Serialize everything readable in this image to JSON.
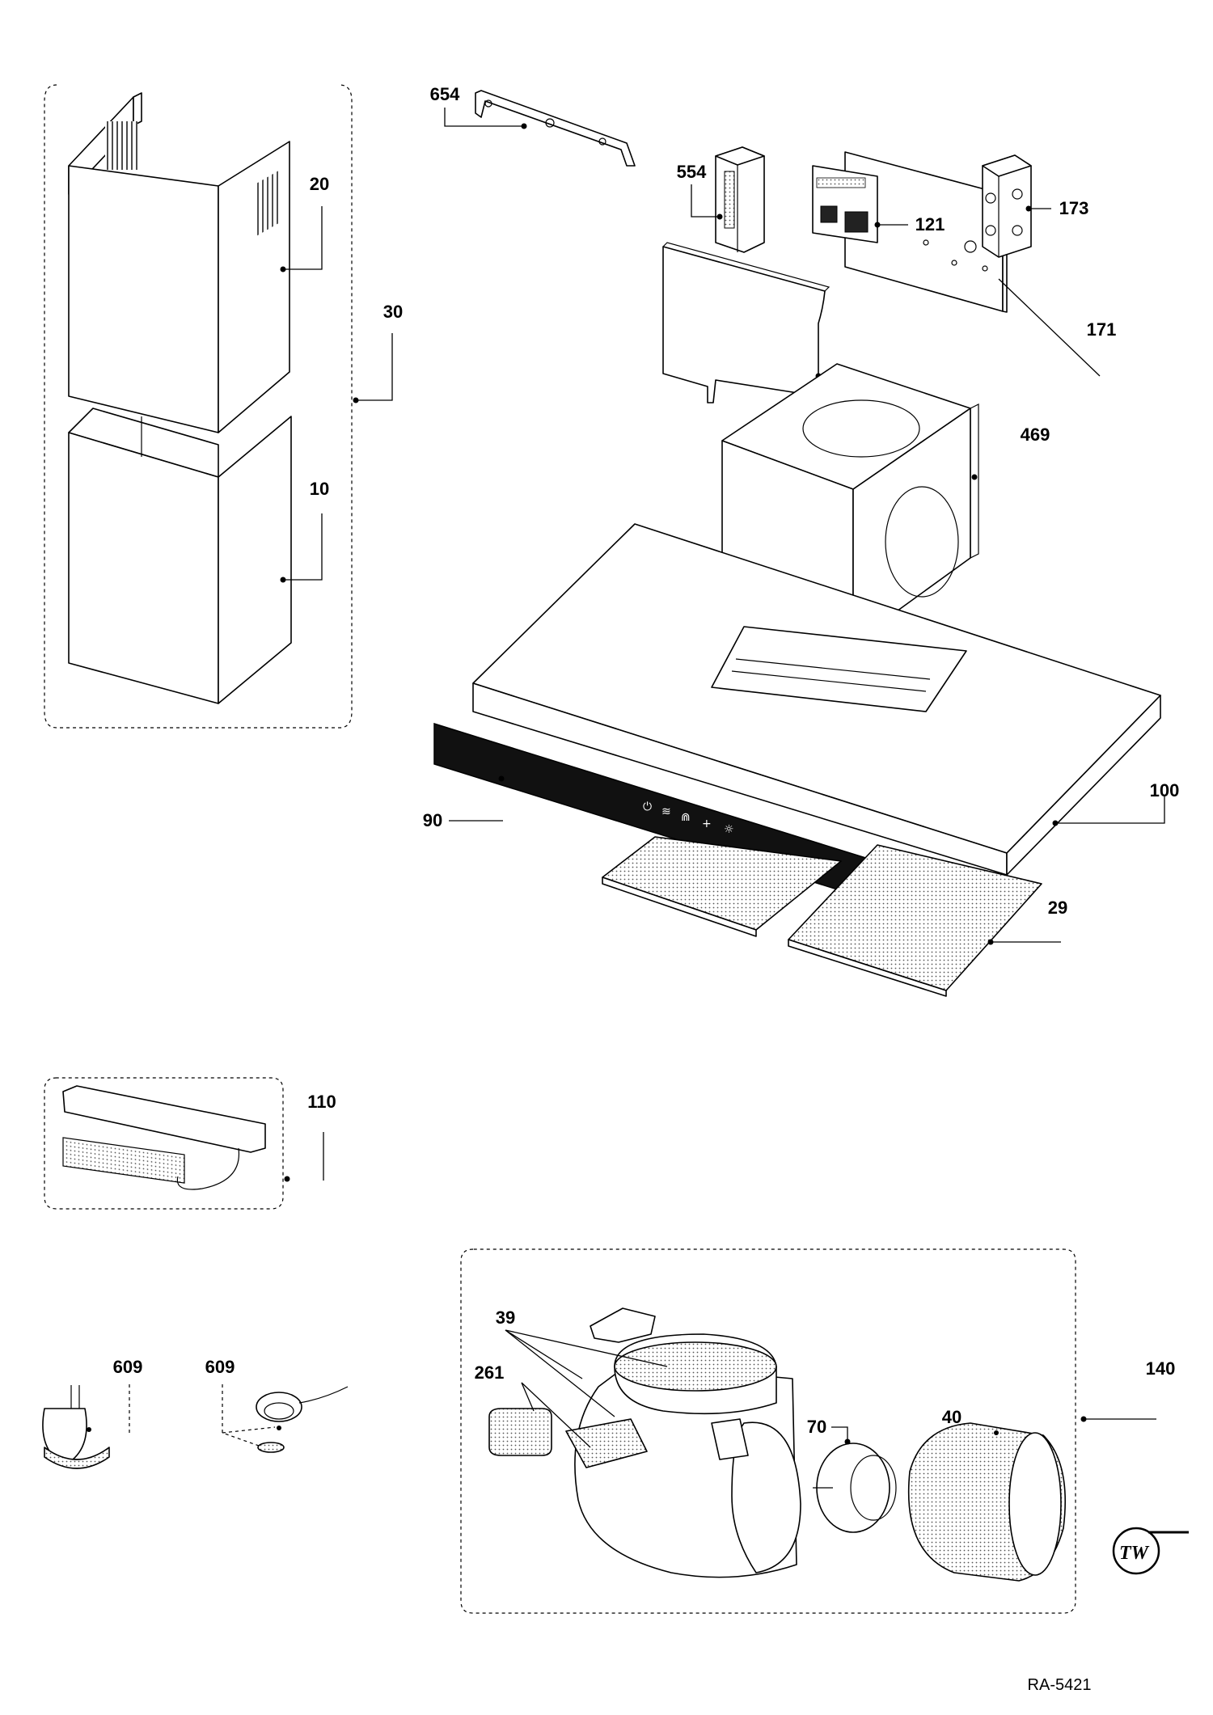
{
  "labels": {
    "p654": "654",
    "p554": "554",
    "p121": "121",
    "p173": "173",
    "p171": "171",
    "p20": "20",
    "p30": "30",
    "p10": "10",
    "p469": "469",
    "p90": "90",
    "p100": "100",
    "p29": "29",
    "p110": "110",
    "p39": "39",
    "p261": "261",
    "p609a": "609",
    "p609b": "609",
    "p140": "140",
    "p70": "70",
    "p40": "40"
  },
  "footer": {
    "reference": "RA-5421"
  },
  "logo": {
    "text": "TW"
  }
}
